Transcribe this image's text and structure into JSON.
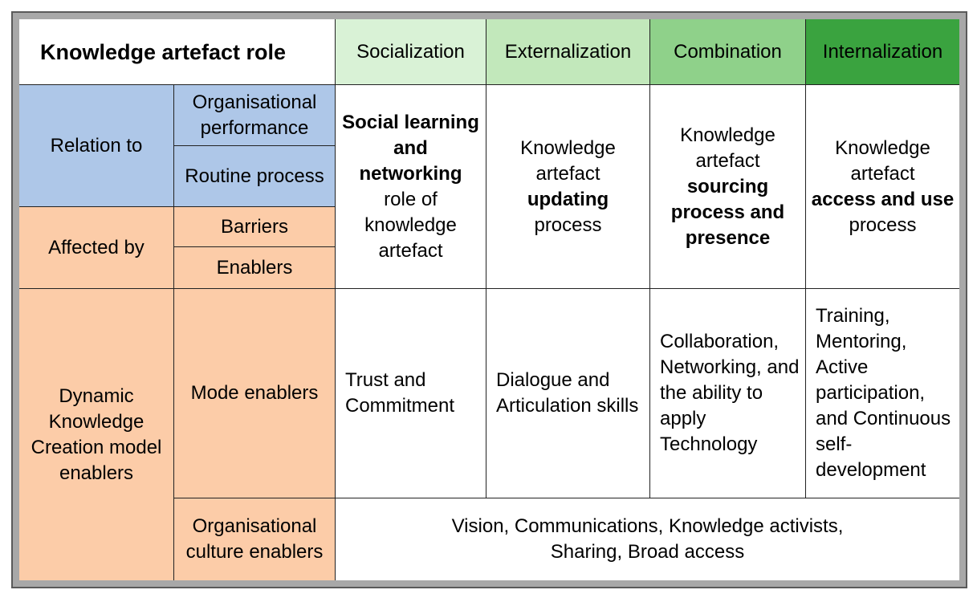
{
  "header": {
    "title": "Knowledge artefact role",
    "phases": [
      "Socialization",
      "Externalization",
      "Combination",
      "Internalization"
    ]
  },
  "rows": {
    "relation_to": "Relation to",
    "organisational_performance": "Organisational performance",
    "routine_process": "Routine process",
    "affected_by": "Affected by",
    "barriers": "Barriers",
    "enablers": "Enablers",
    "dynamic_model": "Dynamic Knowledge Creation model enablers",
    "mode_enablers": "Mode enablers",
    "culture_enablers": "Organisational culture enablers"
  },
  "process_cells": {
    "socialization": {
      "bold": "Social learning and networking",
      "rest": "role of knowledge artefact"
    },
    "externalization": {
      "pre": "Knowledge artefact",
      "bold": "updating",
      "post": "process"
    },
    "combination": {
      "pre": "Knowledge artefact",
      "bold": "sourcing process and presence"
    },
    "internalization": {
      "pre": "Knowledge artefact",
      "bold": "access and use",
      "post": "process"
    }
  },
  "mode_cells": {
    "socialization": "Trust and Commitment",
    "externalization": "Dialogue and Articulation skills",
    "combination": "Collaboration, Networking, and the ability to apply Technology",
    "internalization": "Training, Mentoring, Active participation, and Continuous self-development"
  },
  "culture_cell": "Vision, Communications, Knowledge activists, Sharing, Broad access",
  "colors": {
    "blue": "#aec7e8",
    "orange": "#fccca8",
    "green_1": "#d9f2d6",
    "green_2": "#c2e8bb",
    "green_3": "#8fd18a",
    "green_4": "#3aa33f"
  }
}
